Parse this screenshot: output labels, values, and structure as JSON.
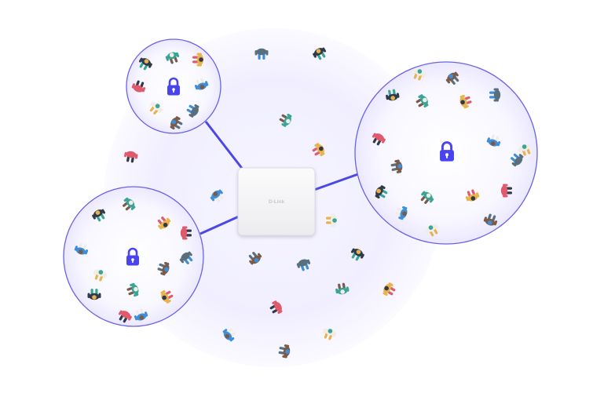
{
  "device": {
    "brand_label": "D-Link",
    "icon": "wireless-access-point-icon"
  },
  "zones": [
    {
      "name": "secure-zone-top-left",
      "icon": "lock-icon"
    },
    {
      "name": "secure-zone-bottom-left",
      "icon": "lock-icon"
    },
    {
      "name": "secure-zone-right",
      "icon": "lock-icon"
    }
  ],
  "colors": {
    "lock": "#4a44f0",
    "link_line": "#4a48e6",
    "zone_border": "#6a62e6",
    "coverage_fill": "#f3f1ff",
    "device_body": "#f4f4f6"
  },
  "people": {
    "icon": "person-top-down-icon",
    "palette": [
      "#2f3a4a",
      "#3aa596",
      "#e8b34a",
      "#e05a6b",
      "#3f8fd8",
      "#f0ece6",
      "#7a5a48",
      "#5a6f7d"
    ]
  }
}
